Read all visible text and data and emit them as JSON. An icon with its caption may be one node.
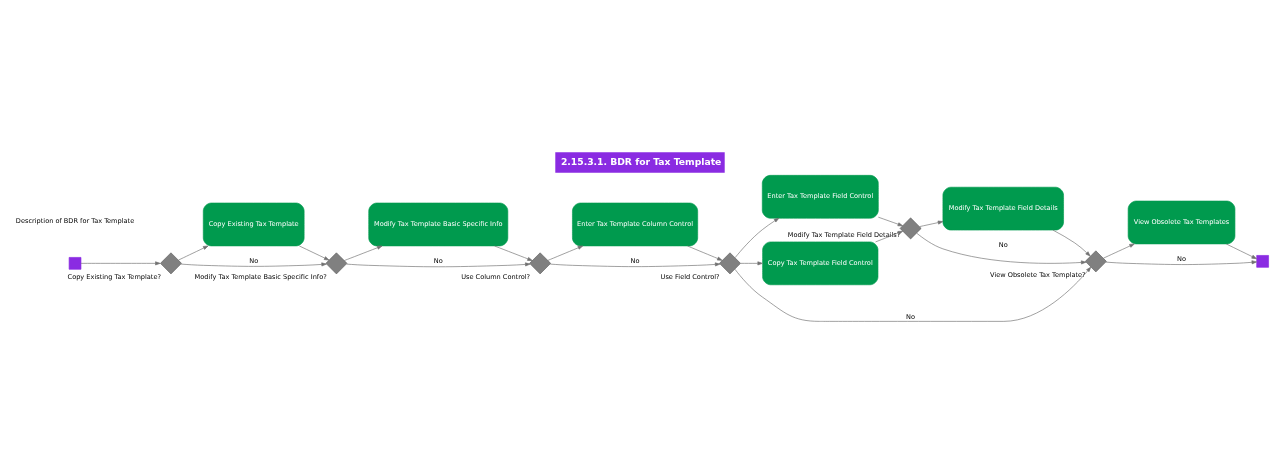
{
  "diagram": {
    "title": "2.15.3.1. BDR for Tax Template",
    "nodes": [
      {
        "text": [],
        "shape": "box"
      },
      {
        "text": [],
        "shape": "diamond",
        "beside": [
          "Copy Existing Tax Template?"
        ]
      },
      {
        "text": [
          "Copy Existing Tax Template"
        ]
      },
      {
        "text": [],
        "shape": "diamond",
        "beside": [
          "Modify Tax Template Basic Specific Info?"
        ]
      },
      {
        "text": [
          "Modify Tax Template Basic Specific Info"
        ]
      },
      {
        "text": [],
        "shape": "diamond",
        "beside": [
          "Use Column Control?"
        ]
      },
      {
        "text": [
          "Enter Tax Template Column Control"
        ]
      },
      {
        "text": [],
        "shape": "diamond",
        "beside": [
          "Use Field Control?"
        ]
      },
      {
        "text": [
          "Enter Tax Template Field Control"
        ]
      },
      {
        "text": [
          "Copy Tax Template Field Control"
        ]
      },
      {
        "text": [],
        "shape": "diamond",
        "beside": [
          "Modify Tax Template Field Details?"
        ]
      },
      {
        "text": [
          "Modify Tax Template Field Details"
        ]
      },
      {
        "text": [],
        "shape": "diamond",
        "beside": [
          "View Obsolete Tax Template?"
        ]
      },
      {
        "text": [
          "View Obsolete Tax Templates"
        ]
      },
      {
        "text": [],
        "shape": "box"
      }
    ],
    "edges": [
      {
        "from": 0,
        "to": 1,
        "arrow": "to"
      },
      {
        "from": 1,
        "to": 3,
        "arrow": "to",
        "label": "No"
      },
      {
        "from": 1,
        "to": 2,
        "arrow": "to"
      },
      {
        "from": 2,
        "to": 3,
        "arrow": "to"
      },
      {
        "from": 3,
        "to": 5,
        "arrow": "to",
        "label": "No"
      },
      {
        "from": 3,
        "to": 4,
        "arrow": "to"
      },
      {
        "from": 4,
        "to": 5,
        "arrow": "to"
      },
      {
        "from": 5,
        "to": 7,
        "arrow": "to",
        "label": "No"
      },
      {
        "from": 5,
        "to": 6,
        "arrow": "to"
      },
      {
        "from": 6,
        "to": 7,
        "arrow": "to"
      },
      {
        "from": 7,
        "to": 12,
        "arrow": "to",
        "label": "No"
      },
      {
        "from": 7,
        "to": 8,
        "arrow": "to"
      },
      {
        "from": 7,
        "to": 9,
        "arrow": "to"
      },
      {
        "from": 8,
        "to": 10,
        "arrow": "to"
      },
      {
        "from": 9,
        "to": 10,
        "arrow": "to"
      },
      {
        "from": 10,
        "to": 12,
        "arrow": "to",
        "label": "No"
      },
      {
        "from": 10,
        "to": 11,
        "arrow": "to"
      },
      {
        "from": 11,
        "to": 12,
        "arrow": "to"
      },
      {
        "from": 12,
        "to": 14,
        "arrow": "to",
        "label": "No"
      },
      {
        "from": 12,
        "to": 13,
        "arrow": "to"
      },
      {
        "from": 13,
        "to": 14,
        "arrow": "to"
      }
    ],
    "labels": [
      "Description of BDR for Tax Template"
    ]
  }
}
